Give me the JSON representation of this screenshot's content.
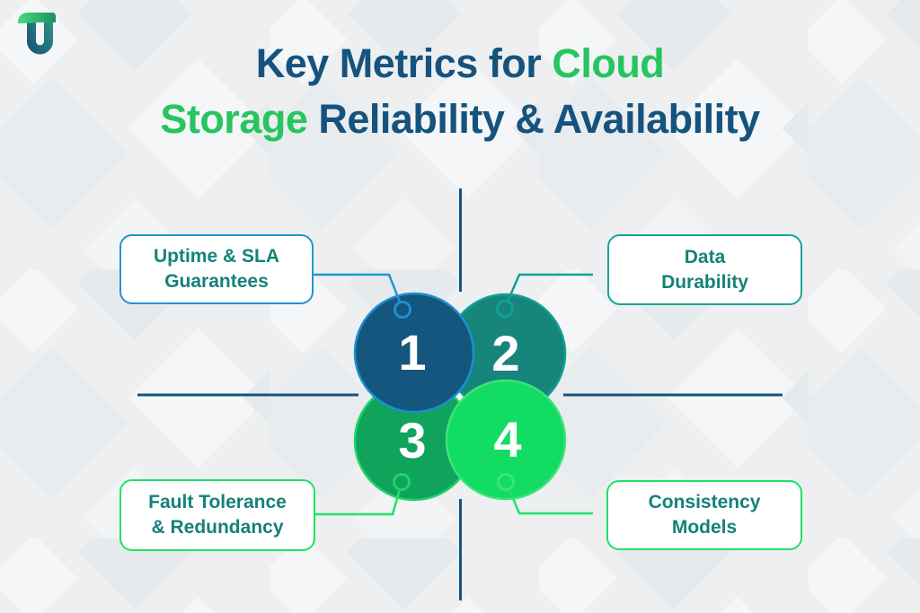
{
  "brand": {
    "logo_name": "TU logo"
  },
  "title": {
    "line1_part1": "Key Metrics for ",
    "line1_part2": "Cloud",
    "line2_part1": "Storage",
    "line2_part2": " Reliability & Availability",
    "navy_color": "#15537E",
    "green_color": "#26C55F"
  },
  "metrics": [
    {
      "number": "1",
      "label_line1": "Uptime & SLA",
      "label_line2": "Guarantees",
      "circle_fill": "#14567D",
      "circle_stroke": "#1E8FD0",
      "accent": "#2095D2"
    },
    {
      "number": "2",
      "label_line1": "Data",
      "label_line2": "Durability",
      "circle_fill": "#17857B",
      "circle_stroke": "#0FA193",
      "accent": "#12A193"
    },
    {
      "number": "3",
      "label_line1": "Fault Tolerance",
      "label_line2": "& Redundancy",
      "circle_fill": "#10A35C",
      "circle_stroke": "#1FD468",
      "accent": "#1FE268"
    },
    {
      "number": "4",
      "label_line1": "Consistency",
      "label_line2": "Models",
      "circle_fill": "#12DC62",
      "circle_stroke": "#3BE47C",
      "accent": "#1FE268"
    }
  ],
  "decor": {
    "crosshair_color": "#15537E",
    "label_text_color": "#148278",
    "background_base": "#EDEFF1",
    "pattern_dark": "#E7EAED",
    "pattern_light": "#F4F6F8"
  }
}
